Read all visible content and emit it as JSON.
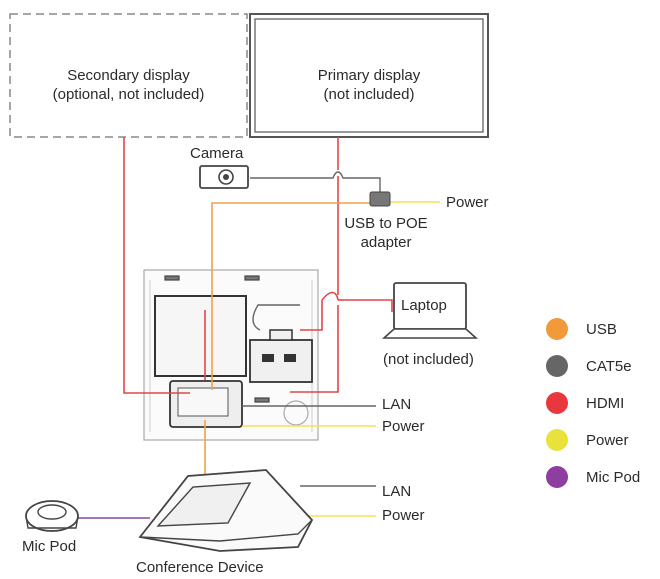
{
  "labels": {
    "secondary_display": "Secondary display\n(optional, not included)",
    "primary_display": "Primary display\n(not included)",
    "camera": "Camera",
    "power_top": "Power",
    "usb_poe_adapter": "USB to POE\nadapter",
    "laptop": "Laptop",
    "laptop_note": "(not included)",
    "lan_mid": "LAN",
    "power_mid": "Power",
    "lan_bottom": "LAN",
    "power_bottom": "Power",
    "mic_pod": "Mic Pod",
    "conference_device": "Conference Device"
  },
  "legend": [
    {
      "label": "USB",
      "color": "#f29a3a"
    },
    {
      "label": "CAT5e",
      "color": "#666666"
    },
    {
      "label": "HDMI",
      "color": "#e8383d"
    },
    {
      "label": "Power",
      "color": "#e8e23a"
    },
    {
      "label": "Mic Pod",
      "color": "#8e3ea0"
    }
  ],
  "colors": {
    "usb": "#f0a24a",
    "cat5e": "#666666",
    "hdmi": "#e0474a",
    "power": "#f3e25a",
    "mic_pod": "#8a4a9a",
    "outline": "#555555"
  }
}
